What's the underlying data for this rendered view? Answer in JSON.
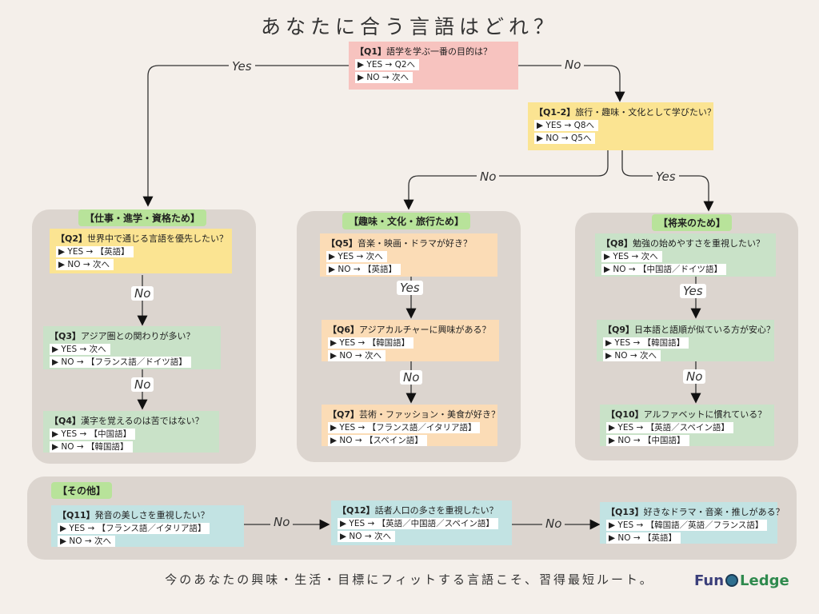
{
  "title": "あなたに合う言語はどれ？",
  "footer": "今のあなたの興味・生活・目標にフィットする言語こそ、習得最短ルート。",
  "logo": {
    "part1": "Fun",
    "part2": "Ledge"
  },
  "colors": {
    "background": "#f4efea",
    "panel": "#dcd5cf",
    "pink": "#f7c3bf",
    "yellow": "#fbe492",
    "green": "#c9e2c8",
    "orange": "#fbdcb6",
    "teal": "#c2e3e3"
  },
  "panels": {
    "work": "【仕事・進学・資格ため】",
    "hobby": "【趣味・文化・旅行ため】",
    "future": "【将来のため】",
    "other": "【その他】"
  },
  "labels": {
    "yes": "Yes",
    "no": "No"
  },
  "q1": {
    "id": "【Q1】",
    "text": "語学を学ぶ一番の目的は？",
    "yes": "▶ YES → Q2へ",
    "no": "▶ NO → 次へ"
  },
  "q1_2": {
    "id": "【Q1-2】",
    "text": "旅行・趣味・文化として学びたい？",
    "yes": "▶ YES → Q8へ",
    "no": "▶ NO → Q5へ"
  },
  "q2": {
    "id": "【Q2】",
    "text": "世界中で通じる言語を優先したい？",
    "yes": "▶ YES → 【英語】",
    "no": "▶ NO → 次へ"
  },
  "q3": {
    "id": "【Q3】",
    "text": "アジア圏との関わりが多い？",
    "yes": "▶ YES → 次へ",
    "no": "▶ NO → 【フランス語／ドイツ語】"
  },
  "q4": {
    "id": "【Q4】",
    "text": "漢字を覚えるのは苦ではない？",
    "yes": "▶ YES → 【中国語】",
    "no": "▶ NO → 【韓国語】"
  },
  "q5": {
    "id": "【Q5】",
    "text": "音楽・映画・ドラマが好き？",
    "yes": "▶ YES → 次へ",
    "no": "▶ NO → 【英語】"
  },
  "q6": {
    "id": "【Q6】",
    "text": "アジアカルチャーに興味がある？",
    "yes": "▶ YES → 【韓国語】",
    "no": "▶ NO → 次へ"
  },
  "q7": {
    "id": "【Q7】",
    "text": "芸術・ファッション・美食が好き？",
    "yes": "▶ YES → 【フランス語／イタリア語】",
    "no": "▶ NO → 【スペイン語】"
  },
  "q8": {
    "id": "【Q8】",
    "text": "勉強の始めやすさを重視したい？",
    "yes": "▶ YES → 次へ",
    "no": "▶ NO → 【中国語／ドイツ語】"
  },
  "q9": {
    "id": "【Q9】",
    "text": "日本語と語順が似ている方が安心？",
    "yes": "▶ YES → 【韓国語】",
    "no": "▶ NO → 次へ"
  },
  "q10": {
    "id": "【Q10】",
    "text": "アルファベットに慣れている？",
    "yes": "▶ YES → 【英語／スペイン語】",
    "no": "▶ NO → 【中国語】"
  },
  "q11": {
    "id": "【Q11】",
    "text": "発音の美しさを重視したい？",
    "yes": "▶ YES → 【フランス語／イタリア語】",
    "no": "▶ NO → 次へ"
  },
  "q12": {
    "id": "【Q12】",
    "text": "話者人口の多さを重視したい？",
    "yes": "▶ YES → 【英語／中国語／スペイン語】",
    "no": "▶ NO → 次へ"
  },
  "q13": {
    "id": "【Q13】",
    "text": "好きなドラマ・音楽・推しがある？",
    "yes": "▶ YES → 【韓国語／英語／フランス語】",
    "no": "▶ NO → 【英語】"
  }
}
